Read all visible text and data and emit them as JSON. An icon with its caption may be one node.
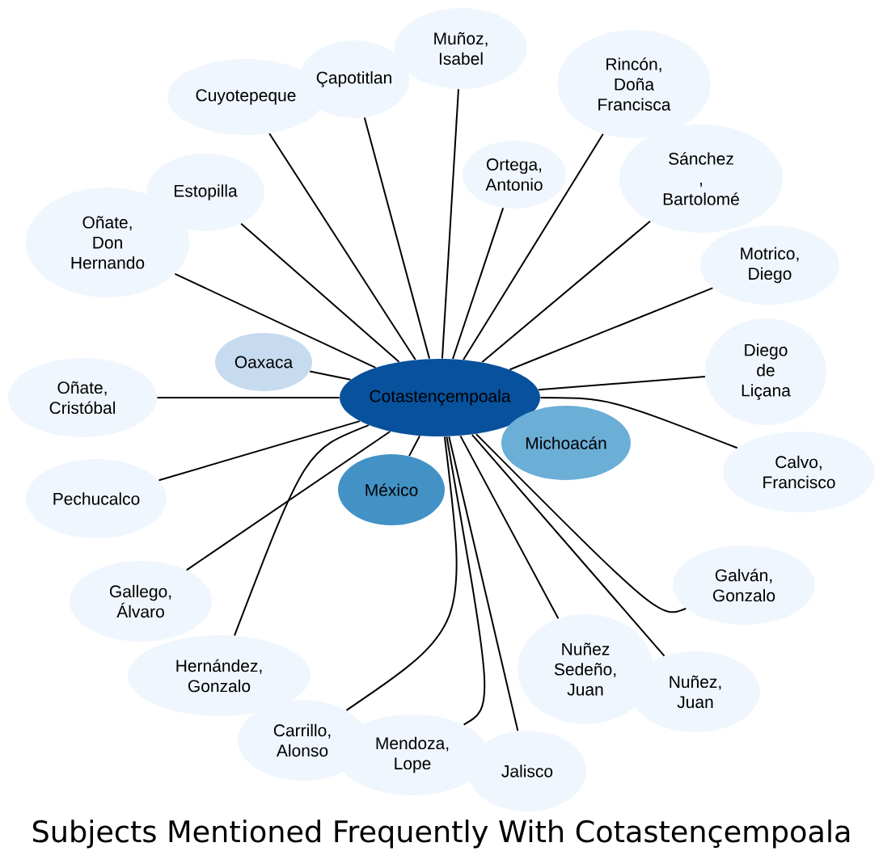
{
  "diagram": {
    "title": "Subjects Mentioned Frequently With Cotastençempoala",
    "nodes": [
      {
        "text": [
          "Muñoz, Isabel"
        ]
      },
      {
        "text": [
          "Çapotitlan"
        ]
      },
      {
        "text": [
          "Rincón, Doña Francisca"
        ]
      },
      {
        "text": [
          "Cuyotepeque"
        ]
      },
      {
        "text": [
          "Ortega, Antonio"
        ]
      },
      {
        "text": [
          "Sánchez , Bartolomé"
        ]
      },
      {
        "text": [
          "Estopilla"
        ]
      },
      {
        "text": [
          "Oñate, Don Hernando"
        ]
      },
      {
        "text": [
          "Motrico, Diego"
        ]
      },
      {
        "text": [
          "Oaxaca"
        ]
      },
      {
        "text": [
          "Diego de Liçana"
        ]
      },
      {
        "text": [
          "Oñate, Cristóbal"
        ]
      },
      {
        "text": [
          "Cotastençempoala"
        ]
      },
      {
        "text": [
          "Michoacán"
        ]
      },
      {
        "text": [
          "Calvo, Francisco"
        ]
      },
      {
        "text": [
          "México"
        ]
      },
      {
        "text": [
          "Pechucalco"
        ]
      },
      {
        "text": [
          "Galván, Gonzalo"
        ]
      },
      {
        "text": [
          "Gallego, Álvaro"
        ]
      },
      {
        "text": [
          "Hernández, Gonzalo"
        ]
      },
      {
        "text": [
          "Nuñez Sedeño, Juan"
        ]
      },
      {
        "text": [
          "Nuñez, Juan"
        ]
      },
      {
        "text": [
          "Carrillo, Alonso"
        ]
      },
      {
        "text": [
          "Mendoza, Lope"
        ]
      },
      {
        "text": [
          "Jalisco"
        ]
      }
    ],
    "edges": [
      {
        "from": 12,
        "to": 0,
        "arrow": "none"
      },
      {
        "from": 12,
        "to": 1,
        "arrow": "none"
      },
      {
        "from": 12,
        "to": 2,
        "arrow": "none"
      },
      {
        "from": 12,
        "to": 3,
        "arrow": "none"
      },
      {
        "from": 12,
        "to": 4,
        "arrow": "none"
      },
      {
        "from": 12,
        "to": 5,
        "arrow": "none"
      },
      {
        "from": 12,
        "to": 6,
        "arrow": "none"
      },
      {
        "from": 12,
        "to": 7,
        "arrow": "none"
      },
      {
        "from": 12,
        "to": 8,
        "arrow": "none"
      },
      {
        "from": 12,
        "to": 9,
        "arrow": "none"
      },
      {
        "from": 12,
        "to": 10,
        "arrow": "none"
      },
      {
        "from": 12,
        "to": 11,
        "arrow": "none"
      },
      {
        "from": 12,
        "to": 14,
        "arrow": "none"
      },
      {
        "from": 12,
        "to": 15,
        "arrow": "none"
      },
      {
        "from": 12,
        "to": 16,
        "arrow": "none"
      },
      {
        "from": 12,
        "to": 17,
        "arrow": "none"
      },
      {
        "from": 12,
        "to": 18,
        "arrow": "none"
      },
      {
        "from": 12,
        "to": 19,
        "arrow": "none"
      },
      {
        "from": 12,
        "to": 20,
        "arrow": "none"
      },
      {
        "from": 12,
        "to": 21,
        "arrow": "none"
      },
      {
        "from": 12,
        "to": 22,
        "arrow": "none"
      },
      {
        "from": 12,
        "to": 23,
        "arrow": "none"
      },
      {
        "from": 12,
        "to": 24,
        "arrow": "none"
      }
    ]
  }
}
